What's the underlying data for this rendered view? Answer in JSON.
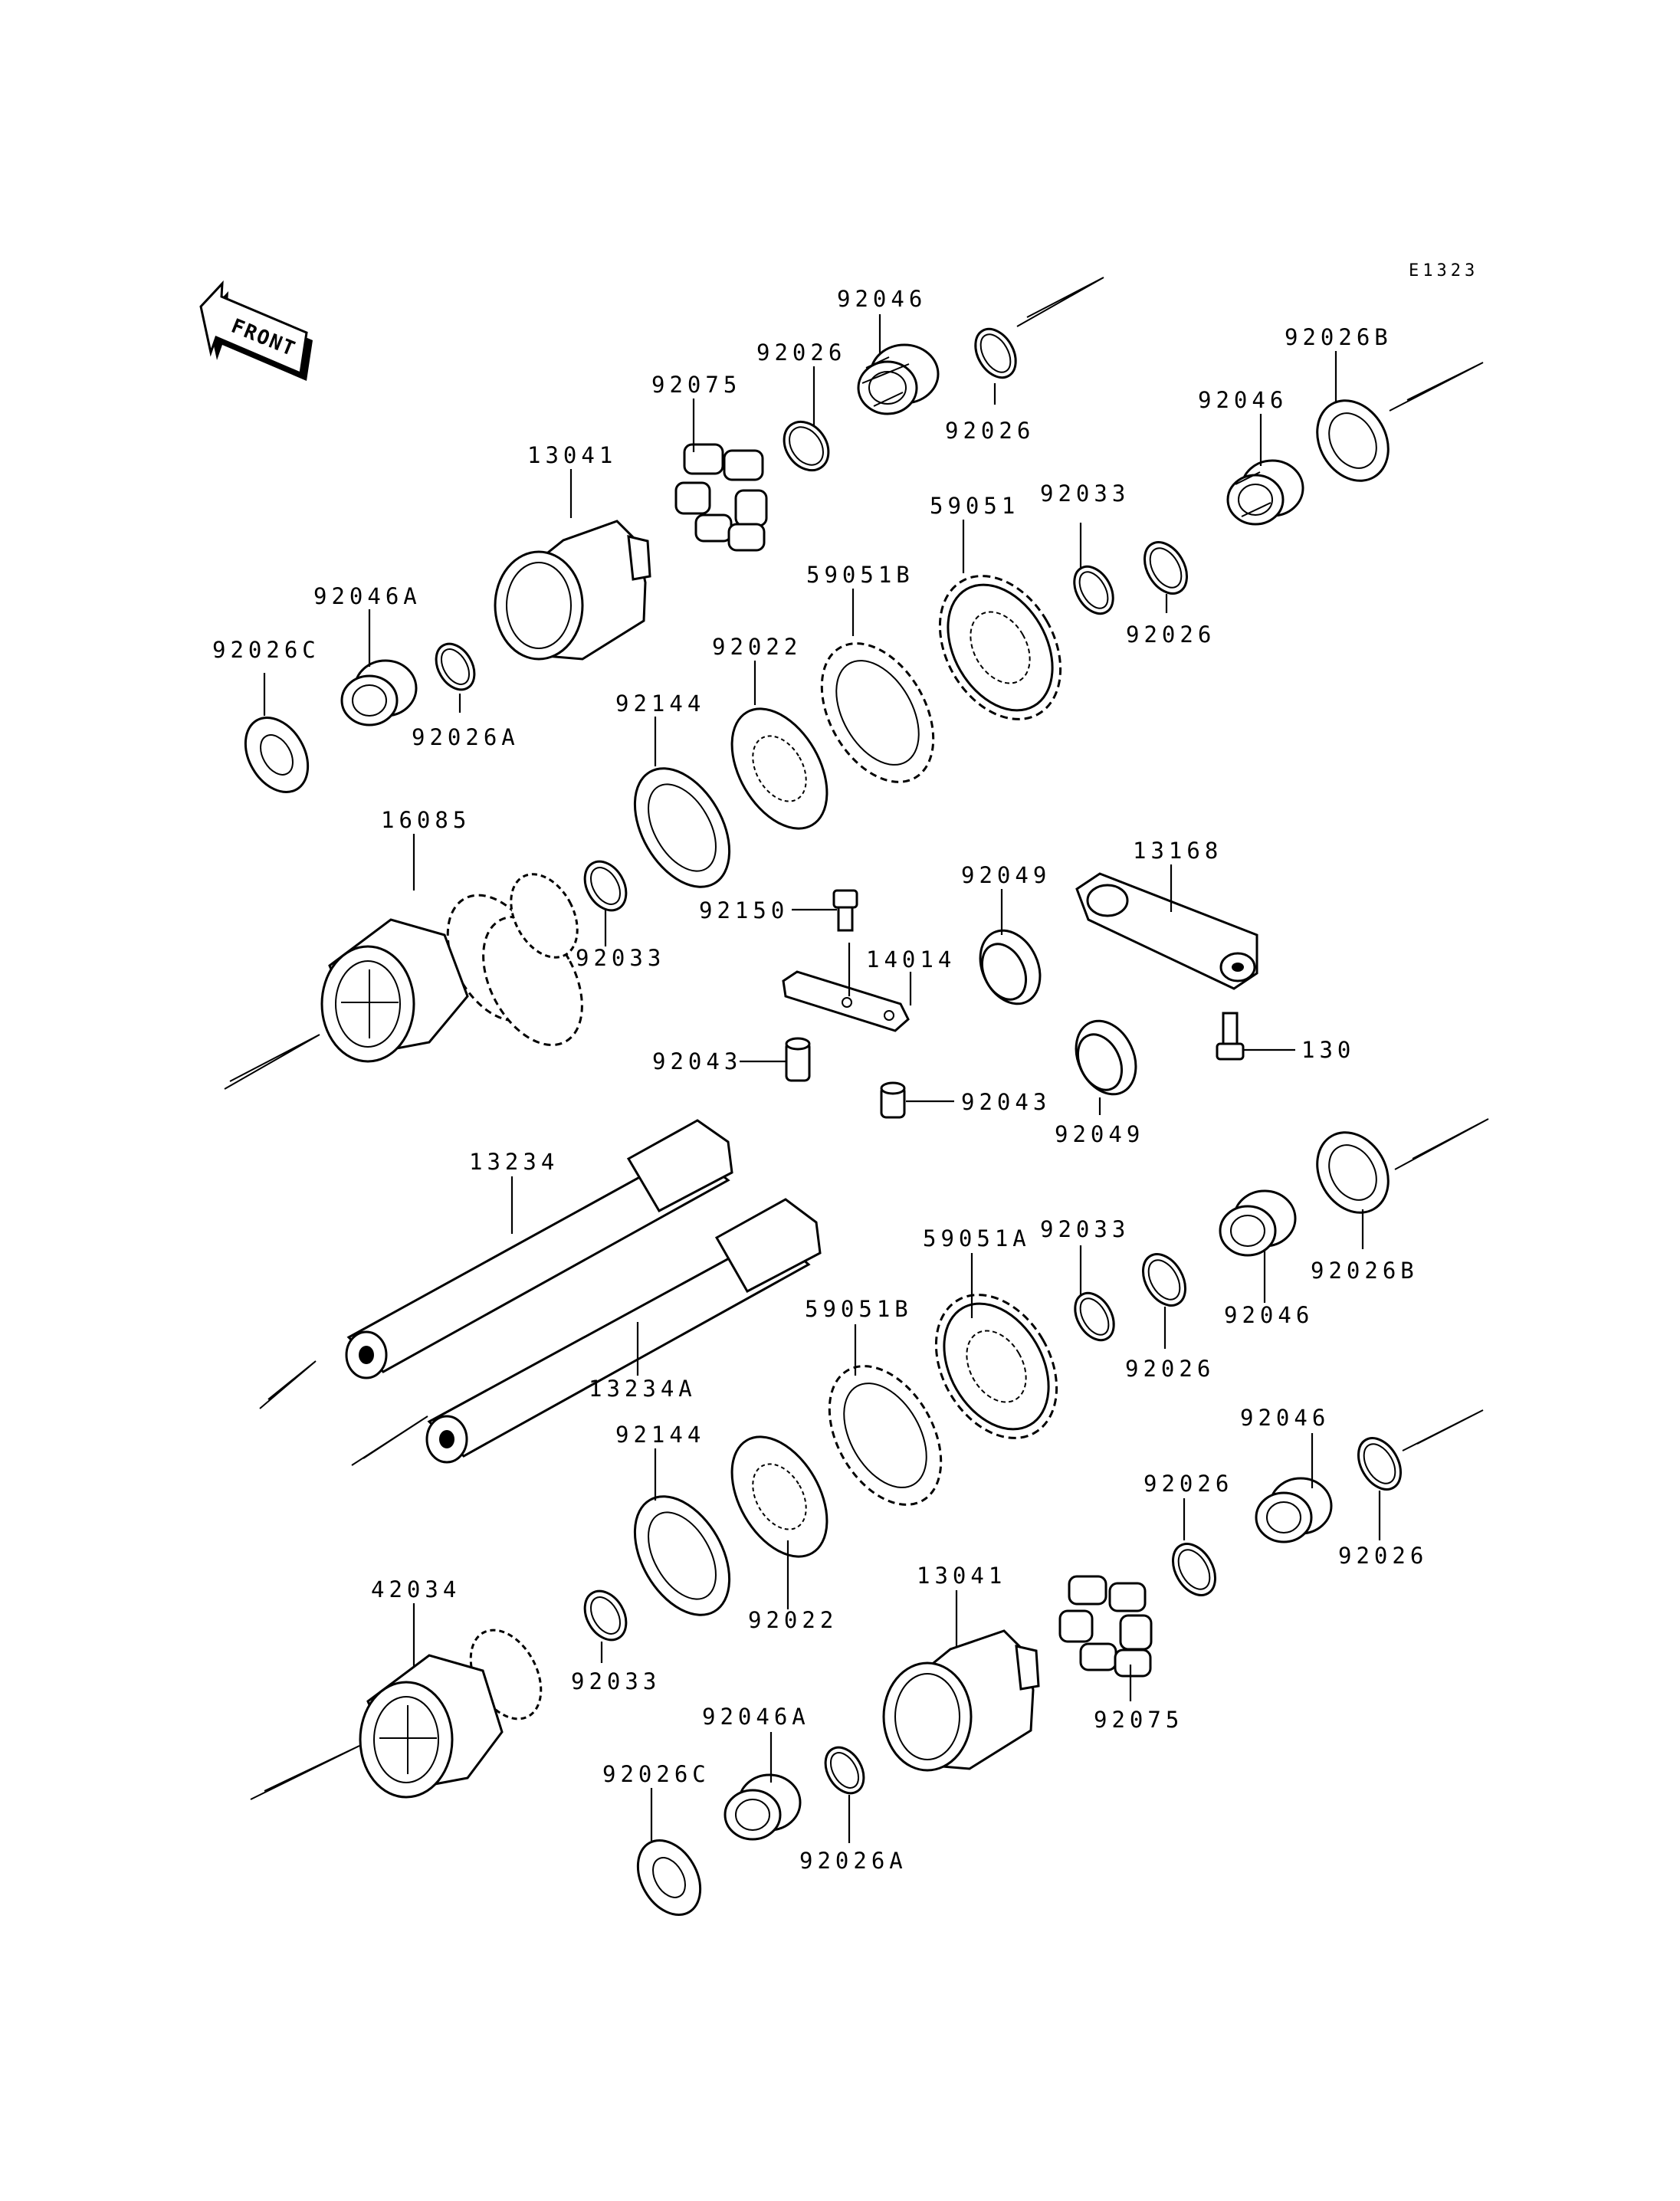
{
  "diagram": {
    "reference_code": "E1323",
    "front_label": "FRONT",
    "colors": {
      "line": "#000000",
      "background": "#ffffff"
    },
    "callouts": [
      "92046",
      "92026",
      "92075",
      "92026",
      "13041",
      "92026B",
      "92046",
      "59051",
      "92033",
      "92046A",
      "59051B",
      "92026C",
      "92022",
      "92026",
      "92026A",
      "92144",
      "16085",
      "13168",
      "92049",
      "92150",
      "14014",
      "92033",
      "130",
      "92043",
      "92043",
      "92049",
      "13234",
      "92033",
      "59051A",
      "92026B",
      "59051B",
      "92046",
      "13234A",
      "92026",
      "92046",
      "92144",
      "92026",
      "92026",
      "42034",
      "13041",
      "92022",
      "92033",
      "92075",
      "92046A",
      "92026C",
      "92026A"
    ]
  }
}
